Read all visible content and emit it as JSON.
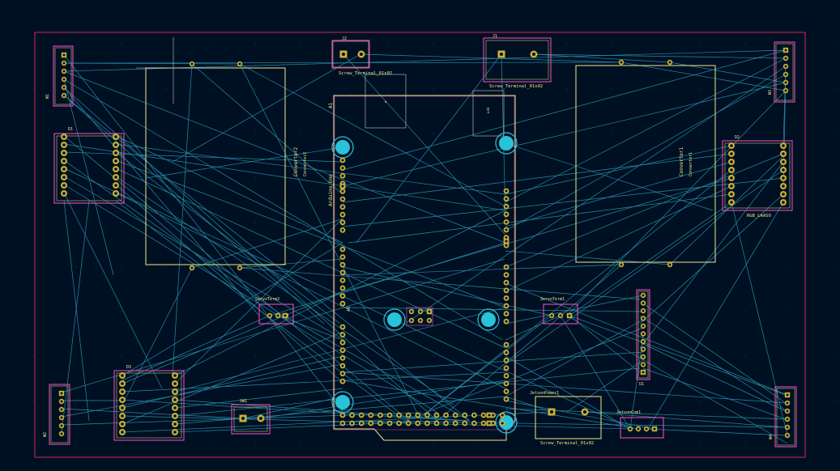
{
  "colors": {
    "background": "#001023",
    "board_outline": "#d0245a",
    "silkscreen_box": "#f0e68c",
    "courtyard": "#ff4ec8",
    "pad": "#c9b037",
    "pad_inner": "#001023",
    "mount_hole": "#27c3d9",
    "ratsnest": "#2a98b4",
    "text": "#e8e0a8",
    "grid": "#2b3a52"
  },
  "refs": {
    "j2": "J2",
    "j2_value": "Screw_Terminal_01x02",
    "j1": "J1",
    "j1_value": "Screw_Terminal_01x02",
    "a1": "A1",
    "a1_value": "Arduino_Uno",
    "converter2": "Converter2",
    "converter2_value": "Converter2",
    "converter1": "Converter1",
    "converter1_value": "Converter1",
    "w1": "W1",
    "w2": "W2",
    "w3": "W3",
    "w4": "W4",
    "d1": "D1",
    "d2": "D2",
    "d2_value": "RGB_LAASO",
    "d3": "D3",
    "servoterm2": "ServoTerm2",
    "servoterm1": "ServoTerm1",
    "sw1": "SW1",
    "u1": "U1",
    "jetsonpower1": "JetsonPower1",
    "jetsonpower1_value": "Screw_Terminal_01x02",
    "jetsoncom1": "JetsonCom1"
  }
}
